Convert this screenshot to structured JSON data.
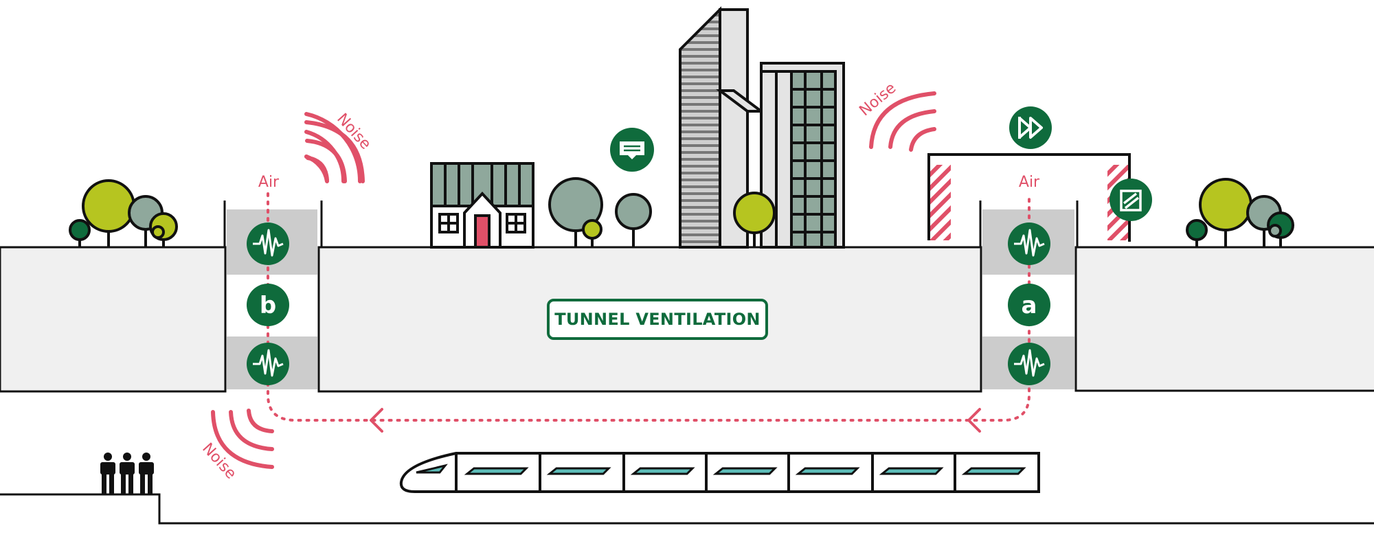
{
  "title": "TUNNEL VENTILATION",
  "labels": {
    "noise_left_top": "Noise",
    "noise_right_top": "Noise",
    "noise_bottom_left": "Noise",
    "air_left": "Air",
    "air_right": "Air",
    "shaft_left_letter": "b",
    "shaft_right_letter": "a"
  },
  "colors": {
    "green": "#0f6b3c",
    "noise_red": "#e05068",
    "ground_gray": "#f0f0f0",
    "shaft_gray": "#cccccc",
    "tree_lime": "#b6c520",
    "tree_sage": "#8fa89c",
    "train_window": "#5dbdb9",
    "outline": "#111111"
  },
  "icons": {
    "message": "message-icon",
    "fast_forward": "fast-forward-icon",
    "filter": "filter-icon",
    "silencer": "silencer-icon",
    "people": "people-icon"
  }
}
